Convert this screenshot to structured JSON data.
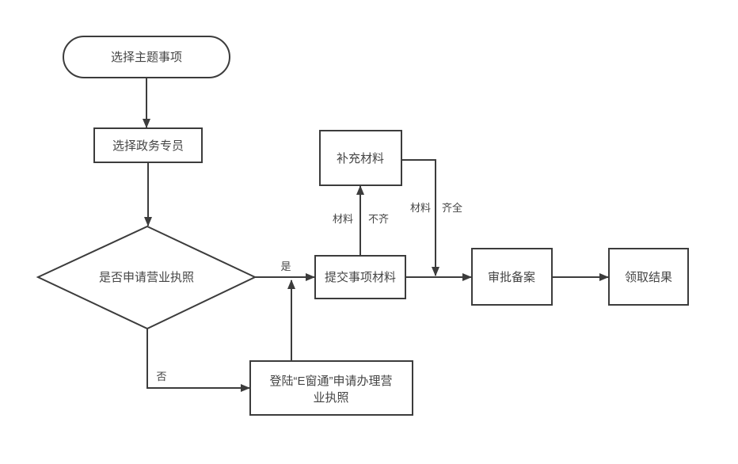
{
  "flowchart": {
    "nodes": {
      "start": {
        "label": "选择主题事项"
      },
      "select_officer": {
        "label": "选择政务专员"
      },
      "decision": {
        "label": "是否申请营业执照"
      },
      "submit": {
        "label": "提交事项材料"
      },
      "supplement": {
        "label": "补充材料"
      },
      "approval": {
        "label": "审批备案"
      },
      "result": {
        "label": "领取结果"
      },
      "ewindow": {
        "line1": "登陆“E窗通”申请办理营",
        "line2": "业执照"
      }
    },
    "edge_labels": {
      "yes": "是",
      "no": "否",
      "incomplete_left": "材料",
      "incomplete_right": "不齐",
      "complete_left": "材料",
      "complete_right": "齐全"
    },
    "colors": {
      "stroke": "#3c3c3c",
      "text": "#454545",
      "background": "#ffffff"
    }
  }
}
